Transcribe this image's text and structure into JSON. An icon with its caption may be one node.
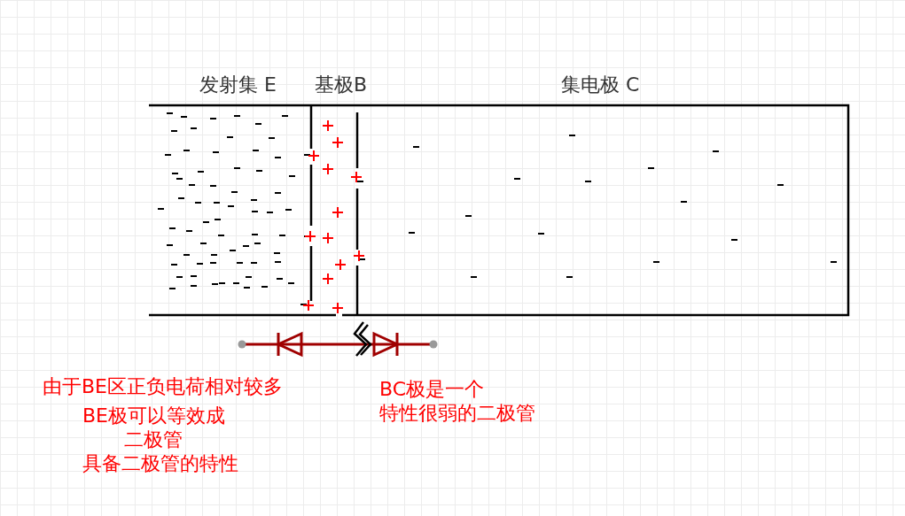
{
  "diagram": {
    "labels": [
      "发射集 E",
      "基极B",
      "集电极 C",
      "由于BE区正负电荷相对较多",
      "BE极可以等效成",
      "二极管",
      "具备二极管的特性",
      "BC极是一个",
      "特性很弱的二极管"
    ]
  }
}
